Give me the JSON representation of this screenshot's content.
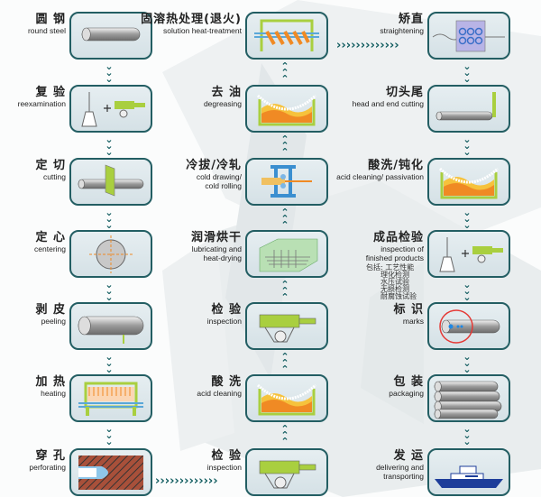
{
  "colors": {
    "border": "#235e63",
    "arrow": "#0f5b5e",
    "green": "#a9cf3f",
    "orange": "#f08a24"
  },
  "arrow_glyphs": {
    "down": "⌄",
    "up": "⌃",
    "right": "›"
  },
  "steps": [
    {
      "id": "round-steel",
      "cn": "圆 钢",
      "en": [
        "round steel"
      ],
      "icon": "pipe-icon",
      "col": 0,
      "row": 0
    },
    {
      "id": "reexamination",
      "cn": "复 验",
      "en": [
        "reexamination"
      ],
      "icon": "brush-gauge-icon",
      "col": 0,
      "row": 1
    },
    {
      "id": "cutting",
      "cn": "定 切",
      "en": [
        "cutting"
      ],
      "icon": "cutter-icon",
      "col": 0,
      "row": 2
    },
    {
      "id": "centering",
      "cn": "定 心",
      "en": [
        "centering"
      ],
      "icon": "sphere-icon",
      "col": 0,
      "row": 3
    },
    {
      "id": "peeling",
      "cn": "剥 皮",
      "en": [
        "peeling"
      ],
      "icon": "peel-pipe-icon",
      "col": 0,
      "row": 4
    },
    {
      "id": "heating",
      "cn": "加 热",
      "en": [
        "heating"
      ],
      "icon": "furnace-icon",
      "col": 0,
      "row": 5
    },
    {
      "id": "perforating",
      "cn": "穿 孔",
      "en": [
        "perforating"
      ],
      "icon": "pierce-icon",
      "col": 0,
      "row": 6
    },
    {
      "id": "inspection-2",
      "cn": "检 验",
      "en": [
        "inspection"
      ],
      "icon": "gauge-icon",
      "col": 1,
      "row": 6
    },
    {
      "id": "acid-cleaning",
      "cn": "酸 洗",
      "en": [
        "acid cleaning"
      ],
      "icon": "tank-icon",
      "col": 1,
      "row": 5
    },
    {
      "id": "inspection-1",
      "cn": "检 验",
      "en": [
        "inspection"
      ],
      "icon": "gauge-icon",
      "col": 1,
      "row": 4
    },
    {
      "id": "lubricating",
      "cn": "润滑烘干",
      "en": [
        "lubricating and",
        "heat-drying"
      ],
      "icon": "dryer-icon",
      "col": 1,
      "row": 3
    },
    {
      "id": "cold-drawing",
      "cn": "冷拔/冷轧",
      "en": [
        "cold drawing/",
        "cold rolling"
      ],
      "icon": "die-icon",
      "col": 1,
      "row": 2
    },
    {
      "id": "degreasing",
      "cn": "去 油",
      "en": [
        "degreasing"
      ],
      "icon": "tank-icon",
      "col": 1,
      "row": 1
    },
    {
      "id": "solution-heat",
      "cn": "固溶热处理(退火)",
      "en": [
        "solution heat-treatment"
      ],
      "icon": "coil-furnace-icon",
      "col": 1,
      "row": 0
    },
    {
      "id": "straightening",
      "cn": "矫直",
      "en": [
        "straightening"
      ],
      "icon": "rollers-icon",
      "col": 2,
      "row": 0
    },
    {
      "id": "head-end-cutting",
      "cn": "切头尾",
      "en": [
        "head and end cutting"
      ],
      "icon": "cut-pipe-icon",
      "col": 2,
      "row": 1
    },
    {
      "id": "acid-passivation",
      "cn": "酸洗/钝化",
      "en": [
        "acid cleaning/ passivation"
      ],
      "icon": "tank-icon",
      "col": 2,
      "row": 2
    },
    {
      "id": "final-inspection",
      "cn": "成品检验",
      "en": [
        "inspection of",
        "finished products"
      ],
      "icon": "brush-gauge-icon",
      "col": 2,
      "row": 3,
      "note": [
        "包括: 工艺性能",
        "理化检测",
        "水压试验",
        "无损检测",
        "耐腐蚀试验"
      ]
    },
    {
      "id": "marks",
      "cn": "标 识",
      "en": [
        "marks"
      ],
      "icon": "marked-pipe-icon",
      "col": 2,
      "row": 4
    },
    {
      "id": "packaging",
      "cn": "包 装",
      "en": [
        "packaging"
      ],
      "icon": "pipe-bundle-icon",
      "col": 2,
      "row": 5
    },
    {
      "id": "delivering",
      "cn": "发 运",
      "en": [
        "delivering and",
        "transporting"
      ],
      "icon": "ship-icon",
      "col": 2,
      "row": 6
    }
  ]
}
